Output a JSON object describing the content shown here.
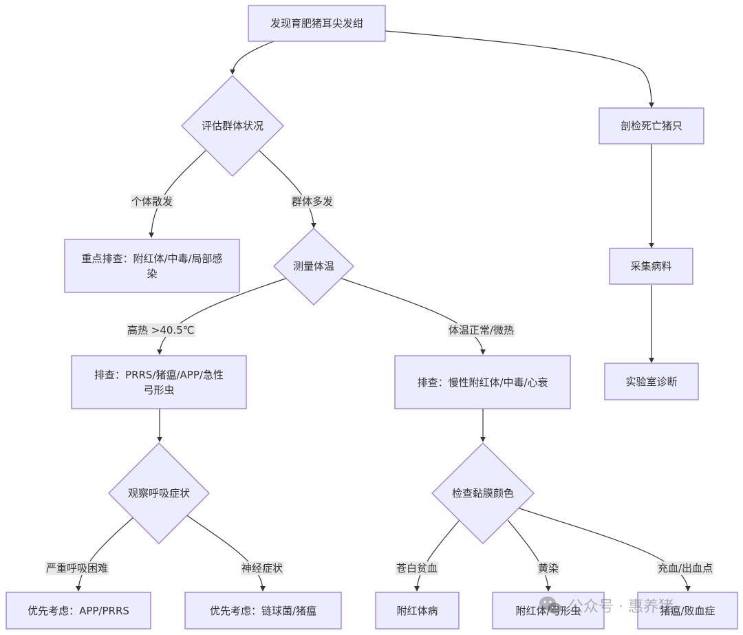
{
  "nodes": {
    "discover": "发现育肥猪耳尖发绀",
    "assess_group": "评估群体状况",
    "necropsy": "剖检死亡猪只",
    "check_individual": "重点排查：附红体/中毒/局部感染",
    "measure_temp": "测量体温",
    "collect_samples": "采集病料",
    "check_high_fever": "排查：PRRS/猪瘟/APP/急性弓形虫",
    "check_normal_temp": "排查：慢性附红体/中毒/心衰",
    "lab_diagnosis": "实验室诊断",
    "observe_respiratory": "观察呼吸症状",
    "check_mucosa": "检查黏膜颜色",
    "priority_app_prrs": "优先考虑：APP/PRRS",
    "priority_strep_csf": "优先考虑：链球菌/猪瘟",
    "eperythrozoon": "附红体病",
    "eperythrozoon_toxoplasma": "附红体/弓形虫",
    "csf_septicemia": "猪瘟/败血症"
  },
  "edge_labels": {
    "individual": "个体散发",
    "group": "群体多发",
    "high_fever": "高热 >40.5℃",
    "normal_temp": "体温正常/微热",
    "severe_dyspnea": "严重呼吸困难",
    "neuro_symptoms": "神经症状",
    "pale_anemia": "苍白贫血",
    "jaundice": "黄染",
    "congestion_bleeding": "充血/出血点"
  },
  "watermark": "公众号 · 惠养猪",
  "colors": {
    "node_fill": "#ECECFF",
    "node_stroke": "#9370DB",
    "edge": "#333333",
    "label_bg": "#e8e8e8"
  }
}
